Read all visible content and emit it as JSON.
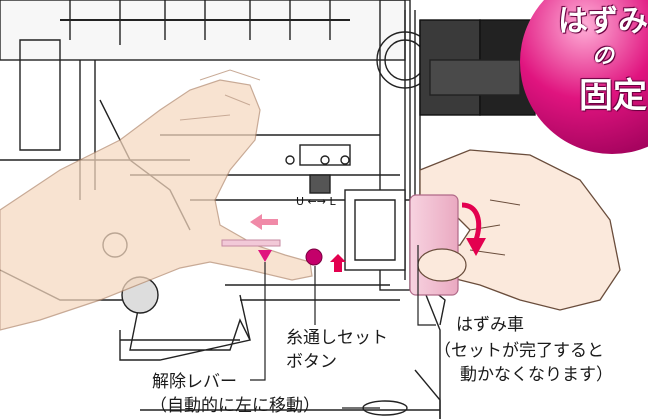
{
  "badge": {
    "line1": "はずみ",
    "line2": "の",
    "line3": "固定"
  },
  "machine": {
    "stitch_adjust_marking": "U ←→ L"
  },
  "callouts": {
    "handwheel": {
      "line1": "はずみ車",
      "line2": "（セットが完了すると",
      "line3": "動かなくなります）"
    },
    "threading_button": {
      "line1": "糸通しセット",
      "line2": "ボタン"
    },
    "release_lever": {
      "line1": "解除レバー",
      "line2": "（自動的に左に移動）"
    }
  },
  "colors": {
    "accent": "#e3004f",
    "badge": "#d6006f",
    "handwheel": "#f4c6d6",
    "skin": "#f6d9c0"
  }
}
